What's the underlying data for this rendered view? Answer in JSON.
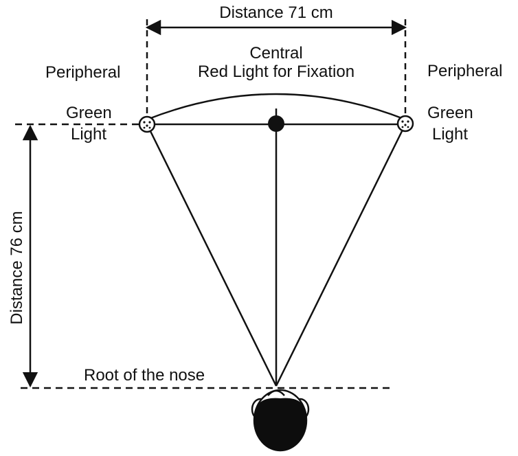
{
  "labels": {
    "top_distance": "Distance 71 cm",
    "central_line1": "Central",
    "central_line2": "Red Light for Fixation",
    "left_peripheral": "Peripheral",
    "left_green": "Green",
    "left_light": "Light",
    "right_peripheral": "Peripheral",
    "right_green": "Green",
    "right_light": "Light",
    "side_distance": "Distance 76 cm",
    "root_of_nose": "Root of the nose"
  },
  "colors": {
    "ink": "#111111",
    "central_light": "#111111",
    "hair": "#0d0d0d"
  },
  "icons": {
    "peripheral_light": "dotted-circle",
    "central_light": "filled-circle",
    "head": "head-top-view"
  }
}
